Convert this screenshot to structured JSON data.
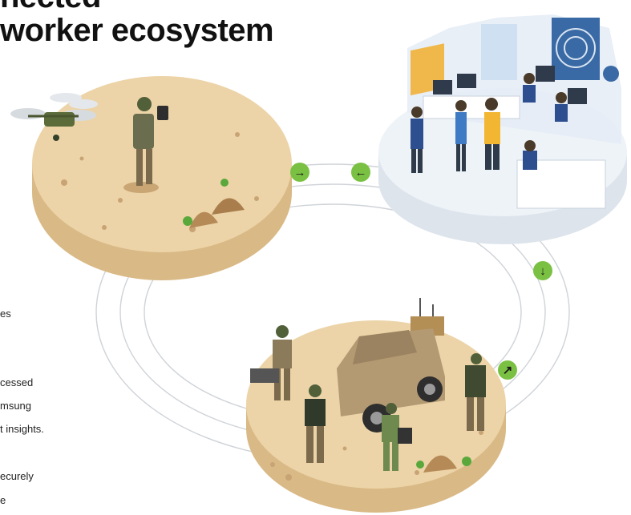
{
  "title": {
    "line1": "nected",
    "line2": "worker ecosystem"
  },
  "body_fragments": [
    "es",
    "cessed",
    "msung",
    "t insights.",
    "ecurely",
    "e"
  ],
  "arrows": [
    {
      "glyph": "→"
    },
    {
      "glyph": "←"
    },
    {
      "glyph": "↓"
    },
    {
      "glyph": "↗"
    }
  ],
  "colors": {
    "accent": "#7ac143",
    "ground": "#ecd4a8",
    "ground_edge": "#d6b27f",
    "platform": "#eef3f8"
  }
}
